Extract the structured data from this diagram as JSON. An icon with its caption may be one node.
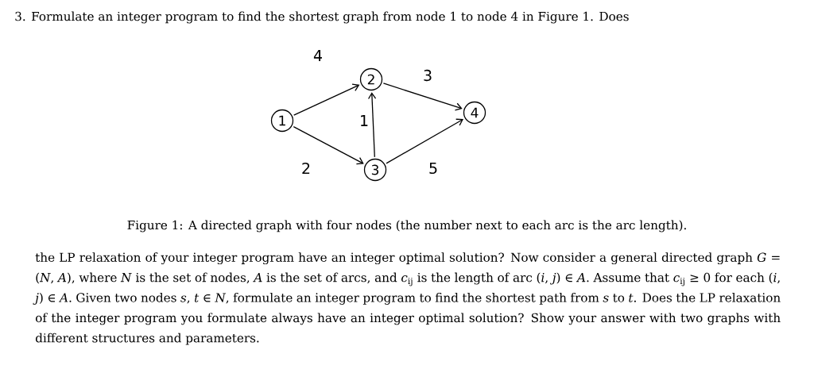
{
  "diagram": {
    "caption": "Figure 1: A directed graph with four nodes (the number next to each arc is the arc length).",
    "nodes": [
      {
        "text": [
          "1"
        ]
      },
      {
        "text": [
          "2"
        ]
      },
      {
        "text": [
          "3"
        ]
      },
      {
        "text": [
          "4"
        ]
      }
    ],
    "edges": [
      {
        "from": 0,
        "to": 1,
        "arrow": "to",
        "label": "4"
      },
      {
        "from": 1,
        "to": 3,
        "arrow": "to",
        "label": "3"
      },
      {
        "from": 2,
        "to": 1,
        "arrow": "to",
        "label": "1"
      },
      {
        "from": 0,
        "to": 2,
        "arrow": "to",
        "label": "2"
      },
      {
        "from": 2,
        "to": 3,
        "arrow": "to",
        "label": "5"
      }
    ],
    "labels": [
      "3. Formulate an integer program to find the shortest graph from node 1 to node 4 in Figure 1. Does",
      "the LP relaxation of your integer program have an integer optimal solution? Now consider a general directed graph *G* = (*N*, *A*), where *N* is the set of nodes, *A* is the set of arcs, and *c*$_{ij}$ is the length of arc (*i*, *j*) ∈ *A*. Assume that *c*$_{ij}$ ≥ 0 for each (*i*, *j*) ∈ *A*. Given two nodes *s*, *t* ∈ *N*, formulate an integer program to find the shortest path from *s* to *t*. Does the LP relaxation of the integer program you formulate always have an integer optimal solution? Show your answer with two graphs with different structures and parameters."
    ]
  }
}
